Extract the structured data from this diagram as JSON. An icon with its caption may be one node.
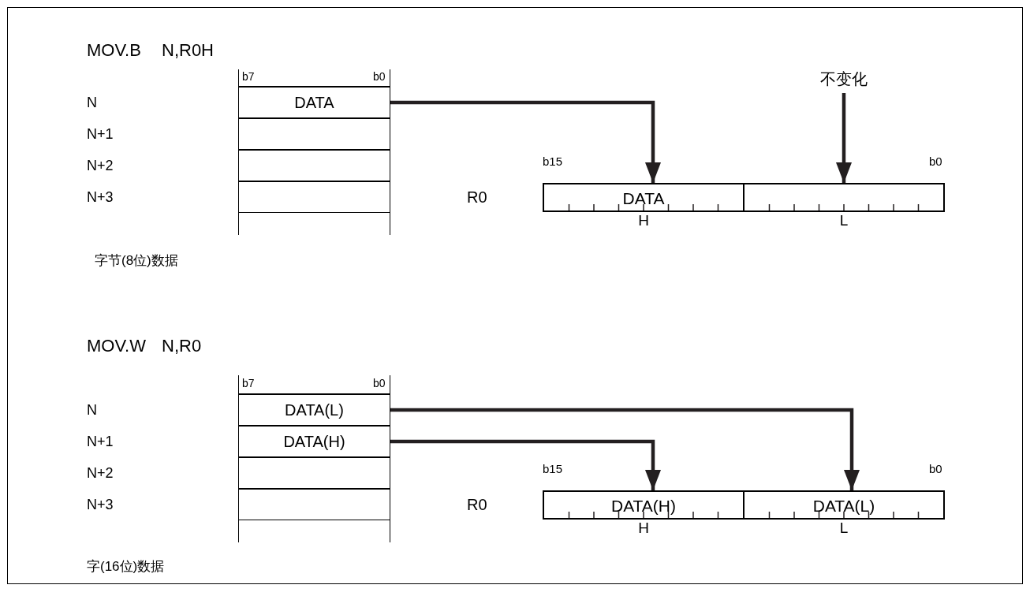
{
  "diagram": {
    "nodes": [
      {
        "text": [
          "DATA"
        ]
      },
      {
        "text": [],
        "shape": "box"
      },
      {
        "text": [],
        "shape": "box"
      },
      {
        "text": [],
        "shape": "box"
      },
      {
        "text": [
          "不变化"
        ]
      },
      {
        "text": [
          "DATA"
        ],
        "beside": [
          "H"
        ]
      },
      {
        "text": [],
        "shape": "box",
        "beside": [
          "L"
        ]
      },
      {
        "text": [
          "DATA(L)"
        ]
      },
      {
        "text": [
          "DATA(H)"
        ]
      },
      {
        "text": [],
        "shape": "box"
      },
      {
        "text": [],
        "shape": "box"
      },
      {
        "text": [
          "DATA(H)"
        ],
        "beside": [
          "H"
        ]
      },
      {
        "text": [
          "DATA(L)"
        ],
        "beside": [
          "L"
        ]
      }
    ],
    "edges": [
      {
        "from": 0,
        "to": 5,
        "arrow": "to"
      },
      {
        "from": 4,
        "to": 6,
        "arrow": "to"
      },
      {
        "from": 7,
        "to": 12,
        "arrow": "to"
      },
      {
        "from": 8,
        "to": 11,
        "arrow": "to"
      }
    ],
    "labels": [
      "MOV.B",
      "N,R0H",
      "b7",
      "b0",
      "N",
      "N+1",
      "N+2",
      "N+3",
      "b15",
      "b0",
      "R0",
      "字节(8位)数据",
      "MOV.W",
      "N,R0",
      "b7",
      "b0",
      "N",
      "N+1",
      "N+2",
      "N+3",
      "b15",
      "b0",
      "R0",
      "字(16位)数据"
    ]
  }
}
